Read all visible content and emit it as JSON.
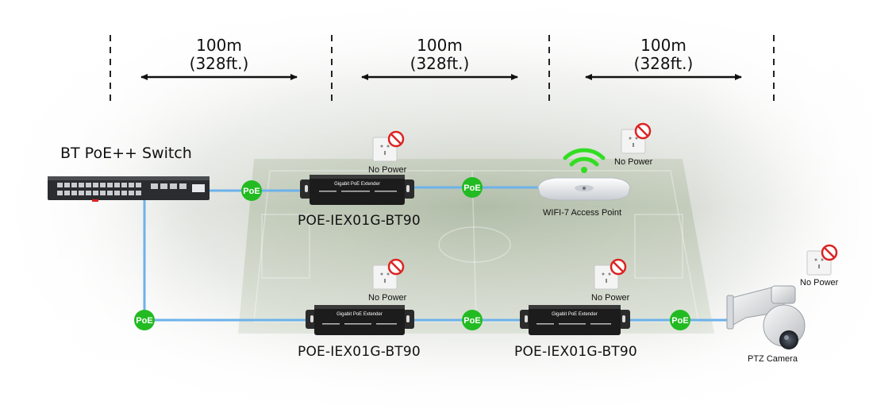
{
  "distances": [
    {
      "value": "100m",
      "imperial": "(328ft.)"
    },
    {
      "value": "100m",
      "imperial": "(328ft.)"
    },
    {
      "value": "100m",
      "imperial": "(328ft.)"
    }
  ],
  "switch": {
    "label": "BT PoE++ Switch"
  },
  "poe_badge": "PoE",
  "extenders": [
    {
      "model": "POE-IEX01G-BT90",
      "face_title": "Gigabit PoE Extender"
    },
    {
      "model": "POE-IEX01G-BT90",
      "face_title": "Gigabit PoE Extender"
    },
    {
      "model": "POE-IEX01G-BT90",
      "face_title": "Gigabit PoE Extender"
    }
  ],
  "no_power_label": "No Power",
  "access_point": {
    "label": "WIFI-7 Access Point"
  },
  "camera": {
    "label": "PTZ Camera"
  },
  "colors": {
    "cable": "#6cb2ea",
    "poe_badge": "#22bb22",
    "prohibited": "#dd2222",
    "wifi_signal": "#33dd22",
    "extender_body": "#1c1c1c"
  }
}
